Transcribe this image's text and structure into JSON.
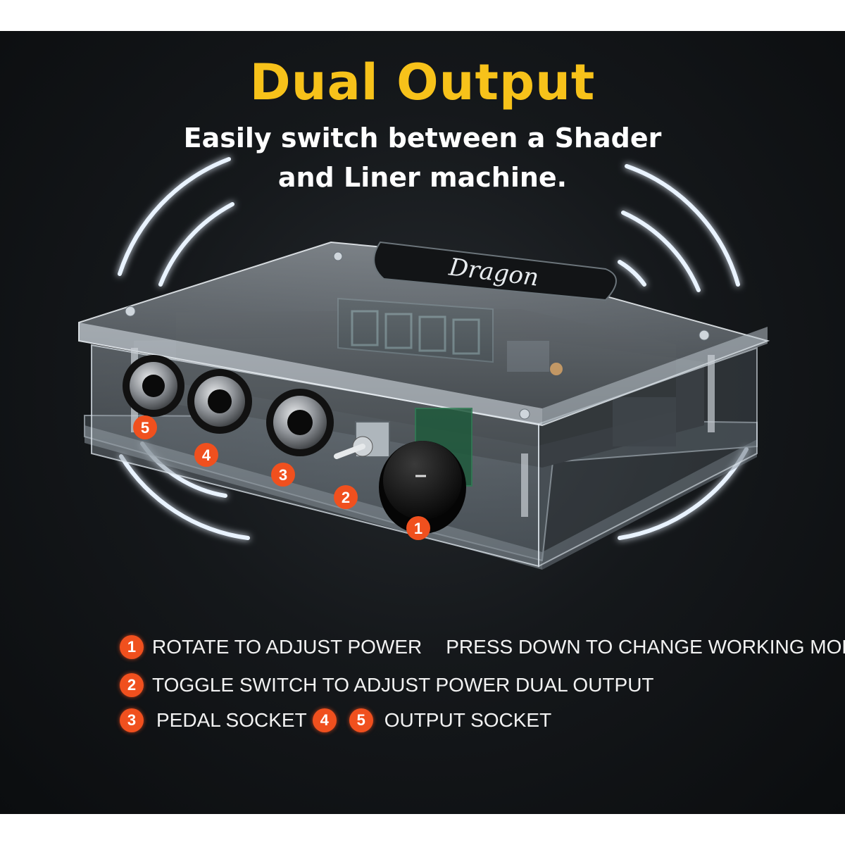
{
  "header": {
    "title": "Dual Output",
    "subtitle_line1": "Easily switch between a Shader",
    "subtitle_line2": "and Liner machine."
  },
  "device": {
    "brand_plate": "Dragon",
    "callouts": [
      "5",
      "4",
      "3",
      "2",
      "1"
    ]
  },
  "legend": {
    "row1": {
      "badge": "1",
      "text1": "ROTATE TO ADJUST POWER",
      "text2": "PRESS DOWN TO CHANGE WORKING MODE"
    },
    "row2": {
      "badge": "2",
      "text": "TOGGLE SWITCH TO ADJUST POWER DUAL OUTPUT"
    },
    "row3": {
      "badge_a": "3",
      "text_a": "PEDAL SOCKET",
      "badge_b": "4",
      "badge_c": "5",
      "text_b": "OUTPUT SOCKET"
    }
  },
  "colors": {
    "title": "#f7c21a",
    "badge": "#f0501e",
    "background": "#111416",
    "arc_glow": "#cfe6ff"
  }
}
